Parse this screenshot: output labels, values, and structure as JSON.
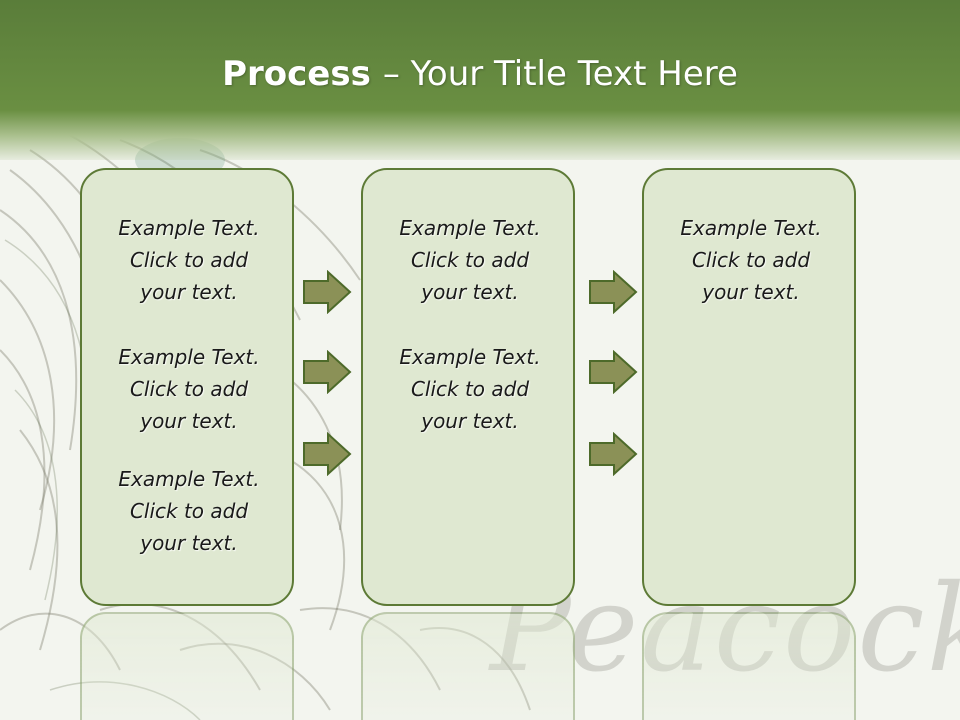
{
  "title": {
    "bold": "Process",
    "rest": "– Your Title Text Here"
  },
  "watermark": "Peacock",
  "columns": [
    {
      "items": [
        {
          "l1": "Example Text.",
          "l2": "Click  to add",
          "l3": "your text."
        },
        {
          "l1": "Example Text.",
          "l2": "Click  to add",
          "l3": "your text."
        },
        {
          "l1": "Example Text.",
          "l2": "Click  to add",
          "l3": "your text."
        }
      ]
    },
    {
      "items": [
        {
          "l1": "Example Text.",
          "l2": "Click  to add",
          "l3": "your text."
        },
        {
          "l1": "Example Text.",
          "l2": "Click  to add",
          "l3": "your text."
        }
      ]
    },
    {
      "items": [
        {
          "l1": "Example Text.",
          "l2": "Click  to add",
          "l3": "your text."
        }
      ]
    }
  ],
  "colors": {
    "header": "#6a8f42",
    "box_fill": "#dfe8d1",
    "box_border": "#5d7a36",
    "arrow_fill": "#8b9157",
    "arrow_stroke": "#4d6a2a"
  },
  "icons": {
    "arrow": "right-arrow-icon"
  }
}
